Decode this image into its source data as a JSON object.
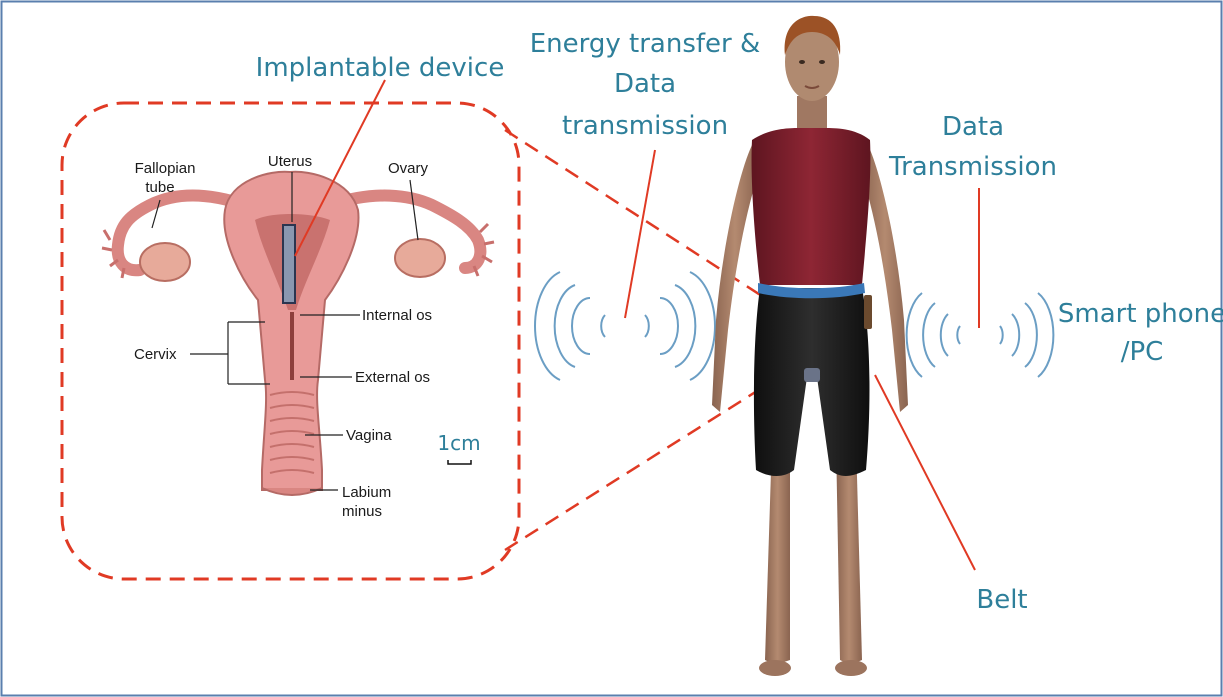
{
  "colors": {
    "accent_red": "#e03a24",
    "label_blue": "#2e7f9a",
    "wave_blue": "#6b9ec4",
    "frame_blue": "#5a7fae",
    "belt_blue": "#3a78b8",
    "shirt": "#7a1f2b",
    "shorts": "#1c1c1c",
    "skin": "#a47a62",
    "hair": "#9c5226",
    "uterus_pink": "#e89a98"
  },
  "icons": [
    "implantable-device-icon",
    "wireless-waves-icon",
    "human-figure-icon",
    "scale-bar-icon"
  ],
  "labels": {
    "implantable_device": "Implantable device",
    "energy_line1": "Energy transfer &",
    "energy_line2": "Data",
    "energy_line3": "transmission",
    "data_tx_line1": "Data",
    "data_tx_line2": "Transmission",
    "phone_line1": "Smart phone",
    "phone_line2": "/PC",
    "belt": "Belt",
    "scale": "1cm"
  },
  "anatomy": {
    "fallopian_line1": "Fallopian",
    "fallopian_line2": "tube",
    "uterus": "Uterus",
    "ovary": "Ovary",
    "internal_os": "Internal os",
    "cervix": "Cervix",
    "external_os": "External os",
    "vagina": "Vagina",
    "labium_line1": "Labium",
    "labium_line2": "minus"
  }
}
